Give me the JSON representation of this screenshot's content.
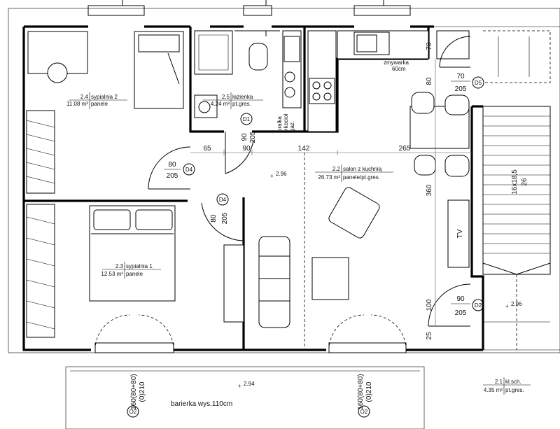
{
  "rooms": [
    {
      "no": "2.4",
      "name": "sypialnia 2",
      "area": "11.08 m²",
      "floor": "panele"
    },
    {
      "no": "2.5",
      "name": "łazienka",
      "area": "4.24 m²",
      "floor": "pt.gres."
    },
    {
      "no": "2.2",
      "name": "salon z kuchnią",
      "area": "26.73 m²",
      "floor": "panele/pt.gres."
    },
    {
      "no": "2.3",
      "name": "sypialnia 1",
      "area": "12.53 m²",
      "floor": "panele"
    },
    {
      "no": "2.1",
      "name": "kl.sch.",
      "area": "4.35 m²",
      "floor": "pt.gres."
    }
  ],
  "doors": {
    "d1": {
      "tag": "D1",
      "w": "90",
      "h": "205"
    },
    "d2": {
      "tag": "D2",
      "w": "90",
      "h": "205"
    },
    "d4a": {
      "tag": "D4",
      "w": "80",
      "h": "205"
    },
    "d4b": {
      "tag": "D4",
      "w": "80",
      "h": "205"
    },
    "d5": {
      "tag": "D5",
      "w": "70",
      "h": "205"
    }
  },
  "windows": {
    "o2a": {
      "tag": "O2",
      "size": "160(80+80)",
      "sill": "(0)210"
    },
    "o2b": {
      "tag": "O2",
      "size": "160(80+80)",
      "sill": "(0)210"
    }
  },
  "dims": {
    "d65": "65",
    "d90": "90",
    "d142": "142",
    "d265": "265",
    "d360": "360",
    "d70": "70",
    "d80": "80",
    "d100": "100",
    "d25": "25"
  },
  "levels": {
    "hall": "2.96",
    "stairs": "2.96",
    "balcony": "2.94"
  },
  "labels": {
    "sink": "zmywarka",
    "sink_size": "60cm",
    "laundry": "pralka",
    "boiler": "+kocioł",
    "gas": "gaz.",
    "tv": "TV",
    "stair_size": "16x18,5",
    "stair_count": "26",
    "railing": "barierka wys.110cm"
  },
  "colors": {
    "wall": "#000000",
    "paper": "#ffffff"
  }
}
